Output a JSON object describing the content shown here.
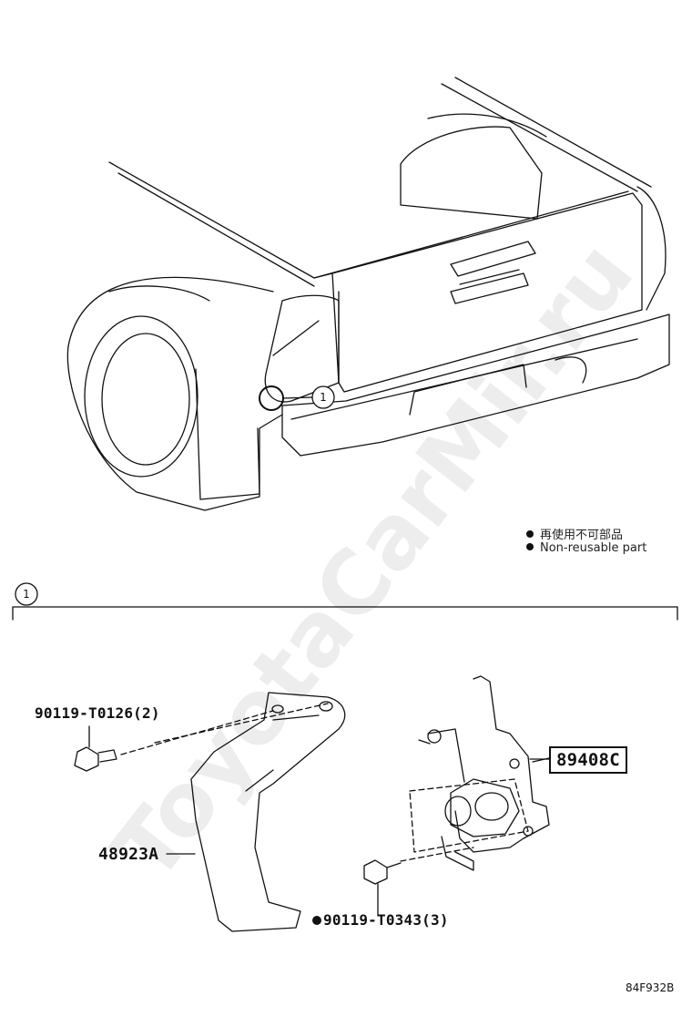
{
  "legend": {
    "jp_text": "再使用不可部品",
    "en_text": "Non-reusable part"
  },
  "callout": {
    "number": "1"
  },
  "parts": {
    "bolt_upper": "90119-T0126(2)",
    "bracket": "48923A",
    "sensor": "89408C",
    "bolt_lower": "90119-T0343(3)"
  },
  "diagram_code": "84F932B",
  "watermark": "ToyotaCarMir.ru"
}
